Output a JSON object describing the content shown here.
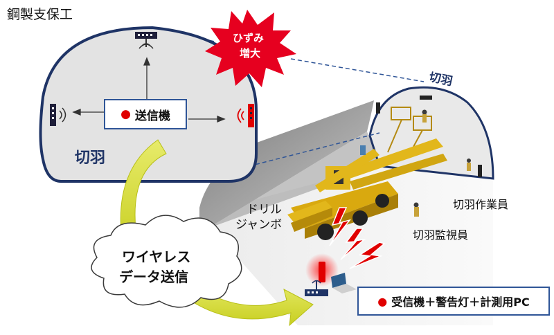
{
  "labels": {
    "steel_support": "鋼製支保工",
    "transmitter": "送信機",
    "strain_increase_line1": "ひずみ",
    "strain_increase_line2": "増大",
    "face_left": "切羽",
    "face_right": "切羽",
    "drill_jumbo_line1": "ドリル",
    "drill_jumbo_line2": "ジャンボ",
    "face_worker": "切羽作業員",
    "face_monitor": "切羽監視員",
    "wireless_line1": "ワイヤレス",
    "wireless_line2": "データ送信",
    "receiver": "受信機＋警告灯＋計測用PC"
  },
  "colors": {
    "navy": "#1f3466",
    "box_border": "#2f5597",
    "burst": "#e6001f",
    "arrow_green": "#d6dc3a",
    "jumbo_yellow": "#e2b71b",
    "signal_red": "#e00000"
  },
  "icons": [
    "sensor-top-icon",
    "sensor-left-icon",
    "sensor-right-icon",
    "warning-light-icon",
    "laptop-icon",
    "receiver-icon"
  ]
}
